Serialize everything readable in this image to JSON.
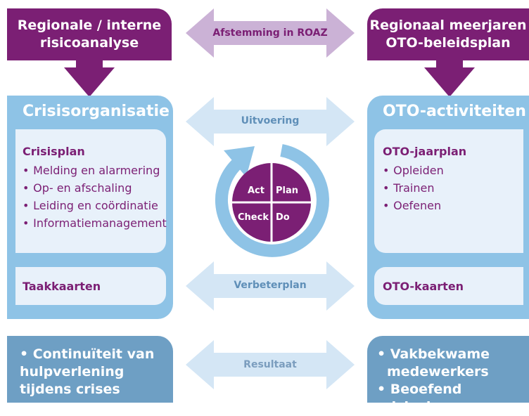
{
  "top_left": {
    "line1": "Regionale / interne",
    "line2": "risicoanalyse"
  },
  "top_right": {
    "line1": "Regionaal meerjaren",
    "line2": "OTO-beleidsplan"
  },
  "arrow_roaz": "Afstemming in ROAZ",
  "arrow_uitvoering": "Uitvoering",
  "arrow_verbeter": "Verbeterplan",
  "arrow_resultaat": "Resultaat",
  "left_panel": {
    "title": "Crisisorganisatie",
    "section_title": "Crisisplan",
    "items": [
      "Melding en alarmering",
      "Op- en afschaling",
      "Leiding en coördinatie",
      "Informatiemanagement"
    ],
    "footer": "Taakkaarten"
  },
  "right_panel": {
    "title": "OTO-activiteiten",
    "section_title": "OTO-jaarplan",
    "items": [
      "Opleiden",
      "Trainen",
      "Oefenen"
    ],
    "footer": "OTO-kaarten"
  },
  "pdca": {
    "act": "Act",
    "plan": "Plan",
    "check": "Check",
    "do": "Do"
  },
  "bottom_left": [
    "• Continuïteit van",
    "hulpverlening",
    "tijdens crises"
  ],
  "bottom_right": [
    "• Vakbekwame",
    "medewerkers",
    "• Beoefend crisisplan"
  ],
  "colors": {
    "purple": "#7b1f74",
    "panel_blue": "#8ec3e6",
    "inner_blue": "#e8f1fa",
    "bottom_blue": "#6e9fc4",
    "arrow_purple_light": "#cbb2d6",
    "arrow_blue_light": "#d4e6f5"
  }
}
